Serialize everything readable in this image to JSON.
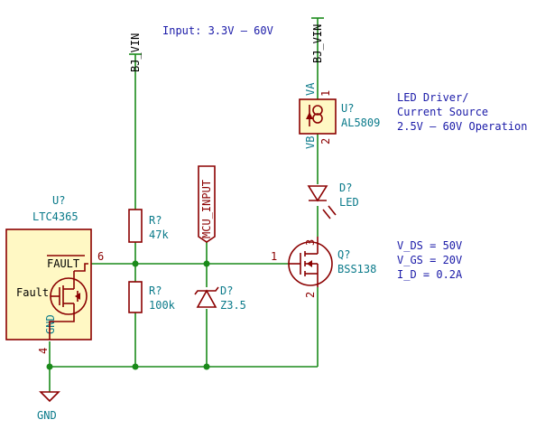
{
  "title_note": "Input: 3.3V – 60V",
  "power_labels": {
    "left_vin": "BJ_VIN",
    "right_vin": "BJ_VIN"
  },
  "gnd_label": "GND",
  "net_label_mcu": "MCU_INPUT",
  "u_ltc": {
    "ref": "U?",
    "value": "LTC4365",
    "fault_label": "FAULT",
    "fault_text": "Fault",
    "gnd_text": "GND",
    "pin_fault": "6",
    "pin_gnd": "4"
  },
  "u_al": {
    "ref": "U?",
    "value": "AL5809",
    "pin_va": "VA",
    "pin_vb": "VB",
    "pin1": "1",
    "pin2": "2",
    "desc_line1": "LED Driver/",
    "desc_line2": "Current Source",
    "desc_line3": "2.5V – 60V Operation"
  },
  "d_led": {
    "ref": "D?",
    "value": "LED"
  },
  "q": {
    "ref": "Q?",
    "value": "BSS138",
    "pin1": "1",
    "pin2": "2",
    "pin3": "3",
    "spec1": "V_DS = 50V",
    "spec2": "V_GS = 20V",
    "spec3": "I_D = 0.2A"
  },
  "r1": {
    "ref": "R?",
    "value": "47k"
  },
  "r2": {
    "ref": "R?",
    "value": "100k"
  },
  "d_zener": {
    "ref": "D?",
    "value": "Z3.5"
  },
  "colors": {
    "wire": "#1a8a1a",
    "component": "#8b0000",
    "text_blue": "#1a1aa8",
    "pin_teal": "#0a7a8a",
    "ic_fill": "#fff8c4"
  }
}
